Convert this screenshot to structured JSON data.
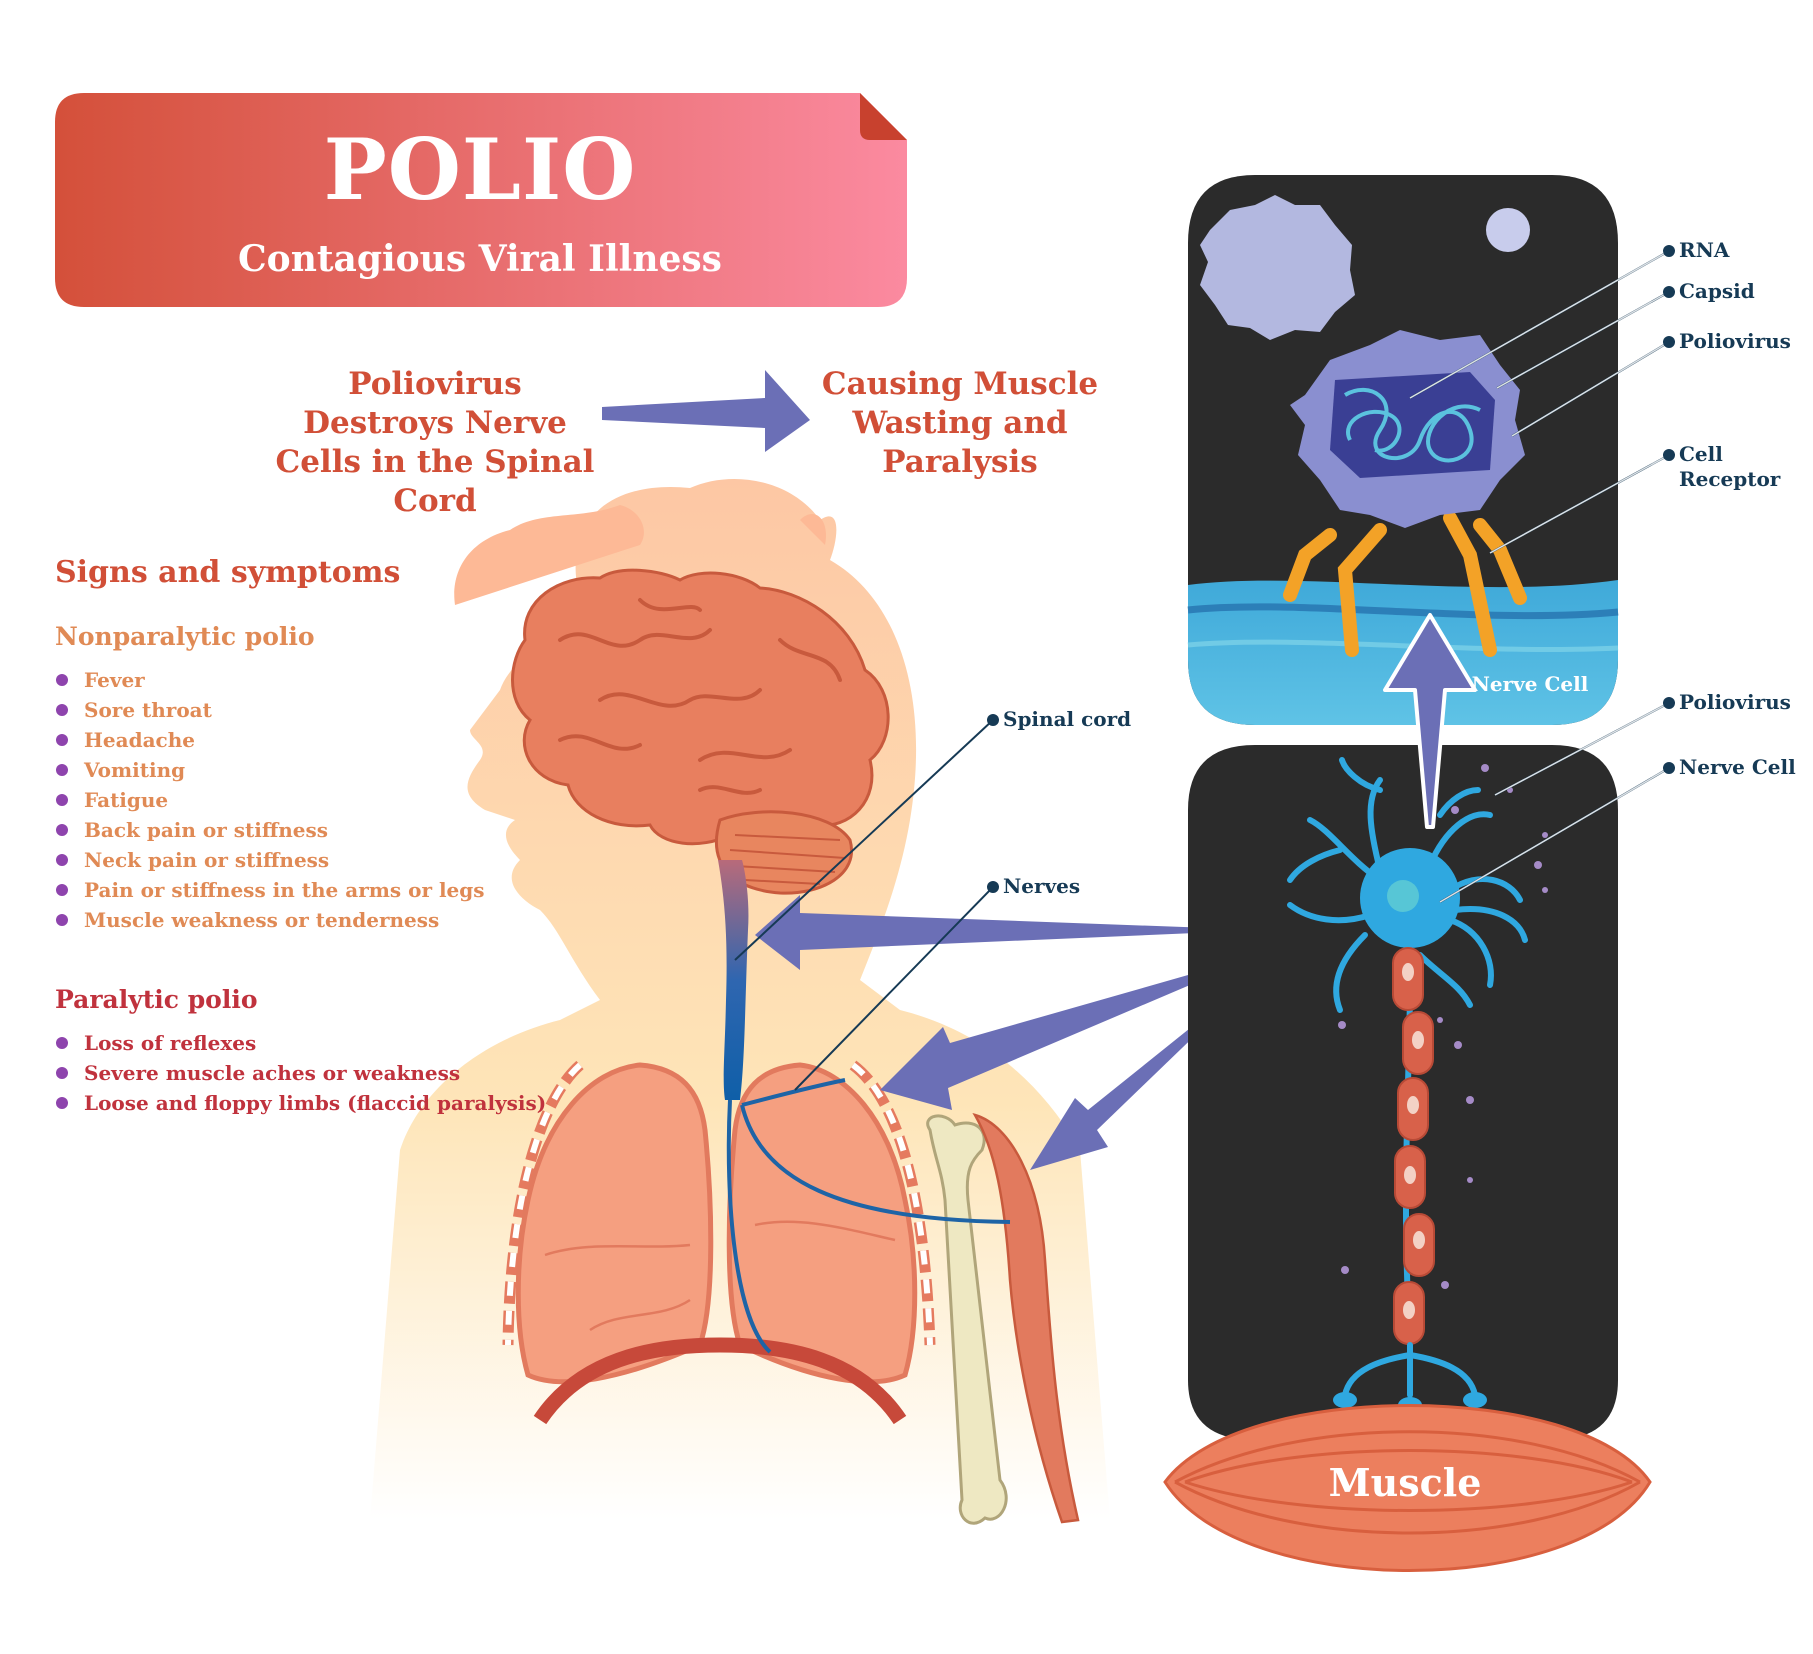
{
  "title": "POLIO",
  "subtitle": "Contagious Viral Illness",
  "flow": {
    "cause": "Poliovirus Destroys Nerve Cells in the Spinal Cord",
    "effect": "Causing Muscle Wasting and Paralysis"
  },
  "symptoms": {
    "heading": "Signs and symptoms",
    "nonparalytic": {
      "heading": "Nonparalytic polio",
      "items": [
        "Fever",
        "Sore throat",
        "Headache",
        "Vomiting",
        "Fatigue",
        "Back pain or stiffness",
        "Neck pain or stiffness",
        "Pain or stiffness in the arms or legs",
        "Muscle weakness or tenderness"
      ]
    },
    "paralytic": {
      "heading": "Paralytic polio",
      "items": [
        "Loss of reflexes",
        "Severe muscle aches or weakness",
        "Loose and floppy limbs (flaccid paralysis)"
      ]
    }
  },
  "labels": {
    "spinal_cord": "Spinal cord",
    "nerves": "Nerves",
    "rna": "RNA",
    "capsid": "Capsid",
    "poliovirus_top": "Poliovirus",
    "cell_receptor": "Cell Receptor",
    "nerve_cell_panel": "Nerve Cell",
    "poliovirus_bottom": "Poliovirus",
    "nerve_cell": "Nerve Cell",
    "muscle": "Muscle"
  },
  "colors": {
    "banner_start": "#d4503a",
    "banner_end": "#fb8aa0",
    "heading_red": "#d14f37",
    "nonparalytic_orange": "#e08a55",
    "paralytic_red": "#c0323d",
    "bullet_purple": "#8e44ad",
    "arrow_purple": "#6b6fb6",
    "panel_dark": "#2b2b2b",
    "label_navy": "#163a55"
  }
}
